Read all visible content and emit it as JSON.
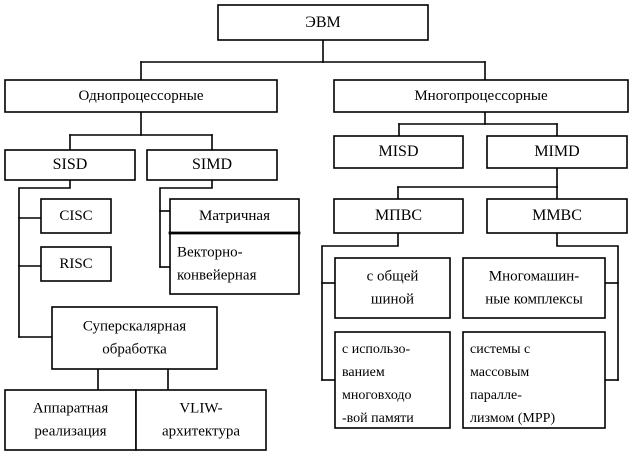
{
  "diagram": {
    "title": "ЭВМ",
    "type": "tree-classification-diagram",
    "background_color": "#ffffff",
    "line_color": "#000000",
    "nodes": {
      "root": {
        "label": "ЭВМ"
      },
      "uniprocessor": {
        "label": "Однопроцессорные"
      },
      "multiprocessor": {
        "label": "Многопроцессорные"
      },
      "sisd": {
        "label": "SISD"
      },
      "simd": {
        "label": "SIMD"
      },
      "misd": {
        "label": "MISD"
      },
      "mimd": {
        "label": "MIMD"
      },
      "cisc": {
        "label": "CISC"
      },
      "risc": {
        "label": "RISC"
      },
      "matrix": {
        "label": "Матричная"
      },
      "vector": {
        "line1": "Векторно-",
        "line2": "конвейерная"
      },
      "superscalar": {
        "line1": "Суперскалярная",
        "line2": "обработка"
      },
      "hardware": {
        "line1": "Аппаратная",
        "line2": "реализация"
      },
      "vliw": {
        "line1": "VLIW-",
        "line2": "архитектура"
      },
      "mpvs": {
        "label": "МПВС"
      },
      "mmvs": {
        "label": "ММВС"
      },
      "common_bus": {
        "line1": "с общей",
        "line2": "шиной"
      },
      "multiport_memory": {
        "line1": "с использо-",
        "line2": "ванием",
        "line3": "многовходо",
        "line4": "-вой памяти"
      },
      "multimachine": {
        "line1": "Многомашин-",
        "line2": "ные комплексы"
      },
      "mpp": {
        "line1": "системы с",
        "line2": "массовым",
        "line3": "паралле-",
        "line4": "лизмом (MPP)"
      }
    }
  }
}
